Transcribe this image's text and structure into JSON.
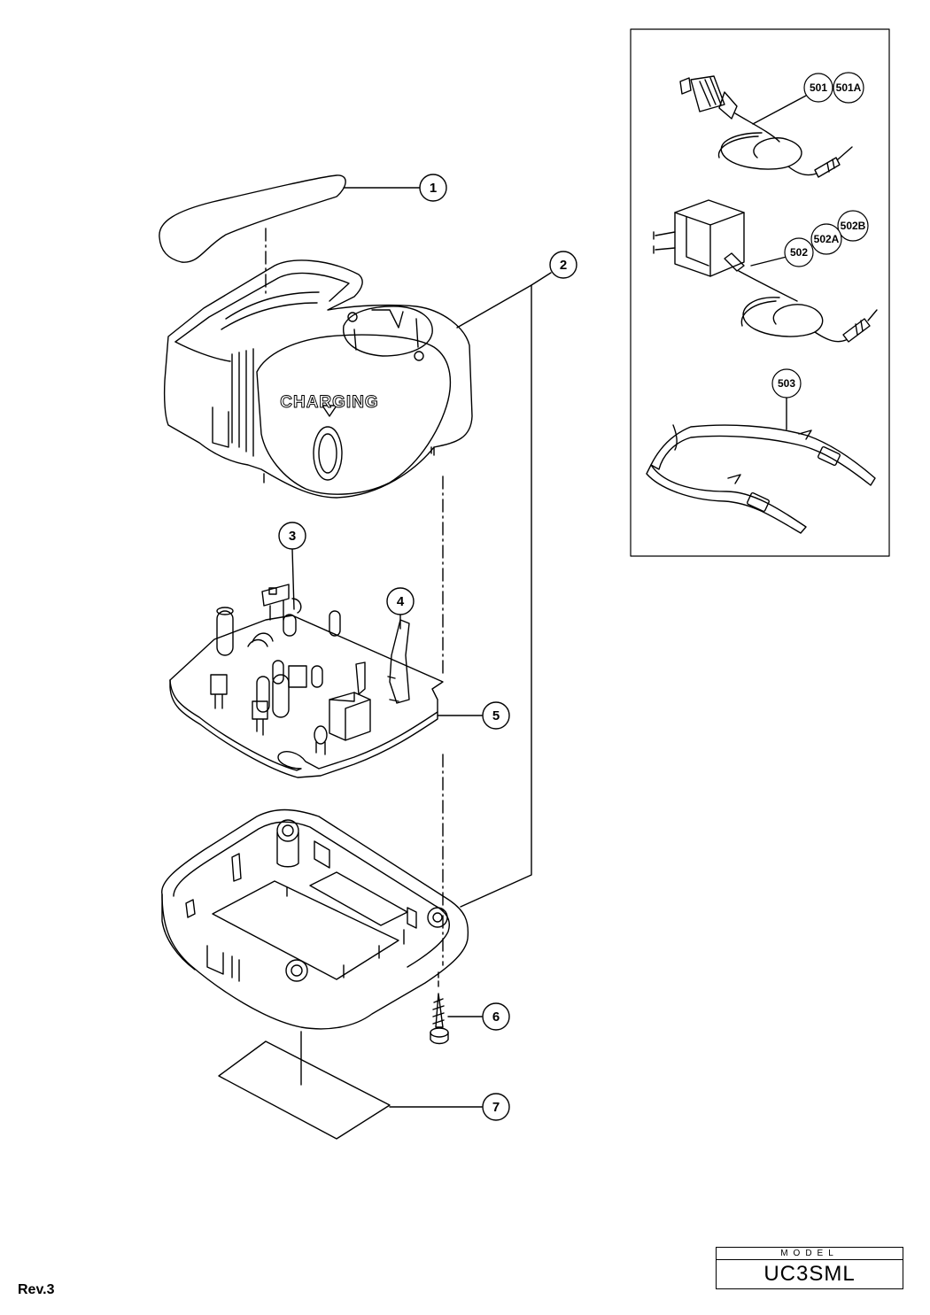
{
  "printed_label": "CHARGING",
  "callouts": {
    "c1": "1",
    "c2": "2",
    "c3": "3",
    "c4": "4",
    "c5": "5",
    "c6": "6",
    "c7": "7",
    "c501": "501",
    "c501a": "501A",
    "c502": "502",
    "c502a": "502A",
    "c502b": "502B",
    "c503": "503"
  },
  "footer": {
    "revision": "Rev.3",
    "model_heading": "MODEL",
    "model_value": "UC3SML"
  }
}
